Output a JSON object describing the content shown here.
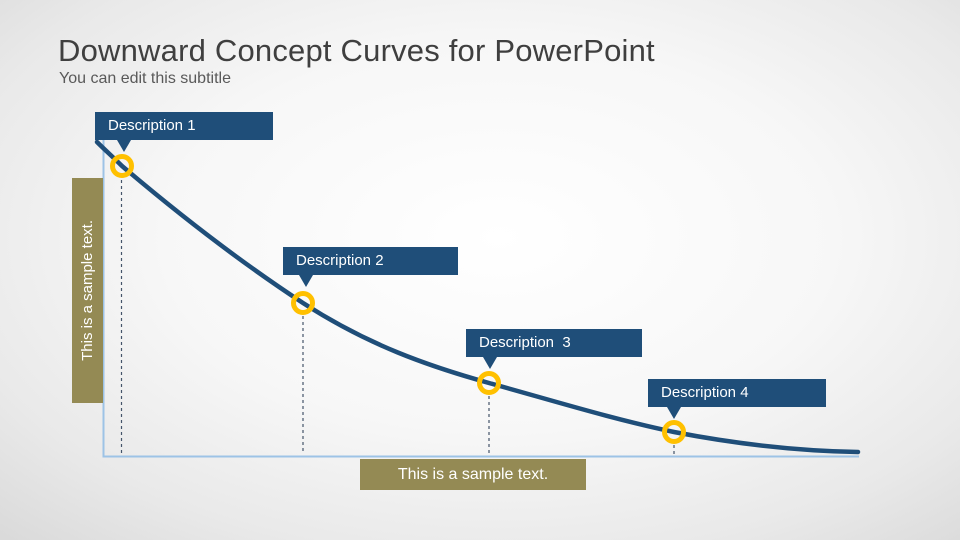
{
  "slide": {
    "title": "Downward Concept Curves for PowerPoint",
    "subtitle": "You can edit this subtitle"
  },
  "labels": [
    {
      "text": "Description 1"
    },
    {
      "text": "Description 2"
    },
    {
      "text": "Description  3"
    },
    {
      "text": "Description 4"
    }
  ],
  "notes": {
    "left": "This is a sample text.",
    "bottom": "This is a sample text."
  },
  "colors": {
    "label_box_blue": "#1F4E79",
    "curve_blue": "#1F4E79",
    "marker_yellow": "#FFC000",
    "olive_bar": "#948A54",
    "axis_light_blue": "#9DC3E6",
    "dashed_line": "#44546A",
    "title_gray": "#3F3F3F",
    "subtitle_gray": "#595959"
  },
  "diagram": {
    "type": "downward-concept-curve",
    "shape": "exponential decay curve from upper-left to lower-right",
    "marker_count": 4,
    "markers": [
      {
        "label": "Description 1",
        "order": 1
      },
      {
        "label": "Description 2",
        "order": 2
      },
      {
        "label": "Description  3",
        "order": 3
      },
      {
        "label": "Description 4",
        "order": 4
      }
    ]
  }
}
